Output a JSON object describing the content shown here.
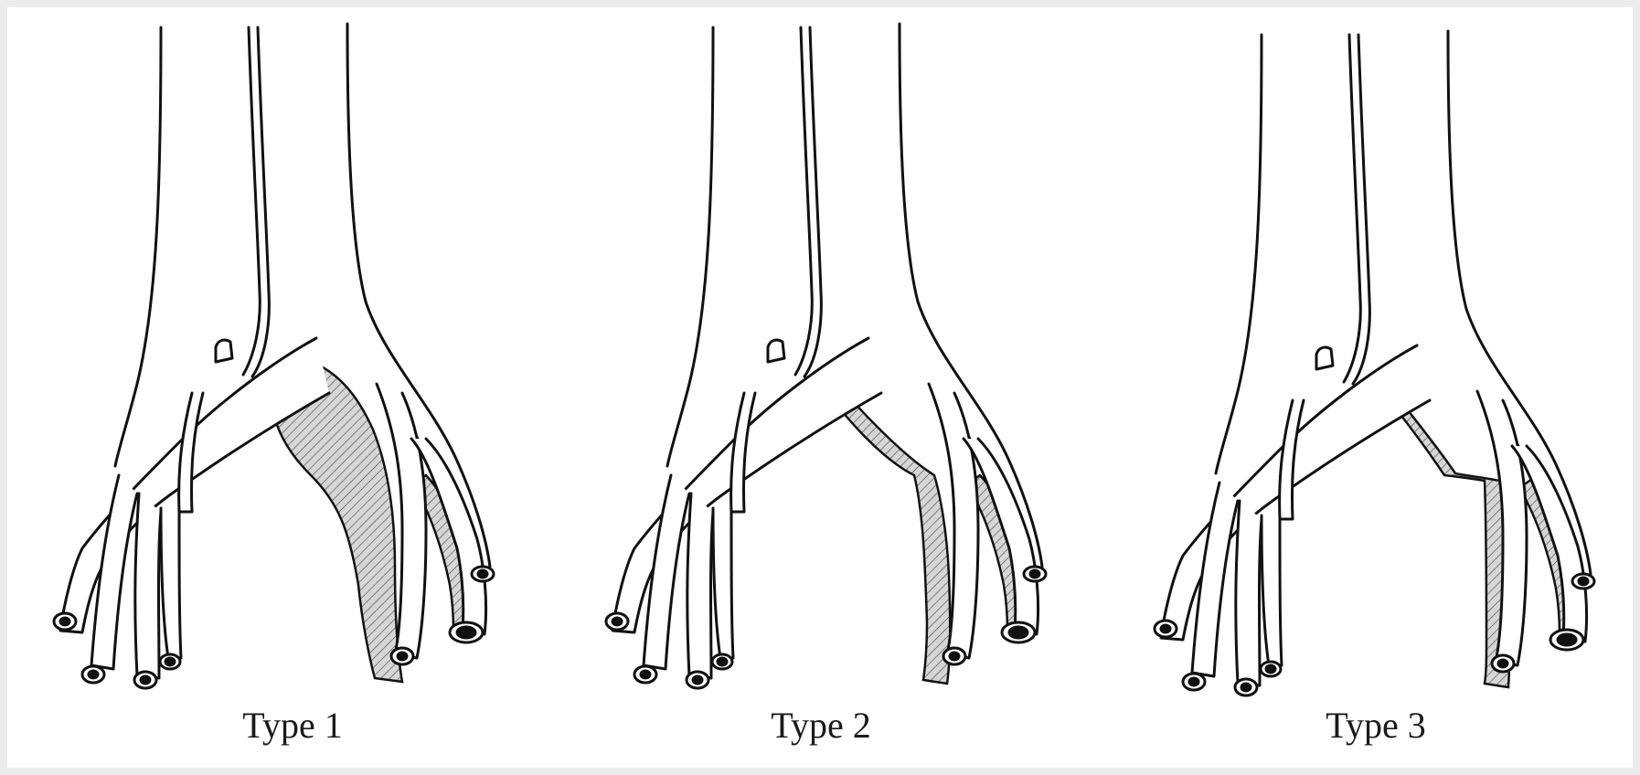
{
  "panels": [
    {
      "id": "type-1",
      "label": "Type 1"
    },
    {
      "id": "type-2",
      "label": "Type 2"
    },
    {
      "id": "type-3",
      "label": "Type 3"
    }
  ],
  "colors": {
    "background": "#ececec",
    "canvas": "#ffffff",
    "stroke": "#111111",
    "hatch": "#555555",
    "shade": "#d2d2d2"
  }
}
